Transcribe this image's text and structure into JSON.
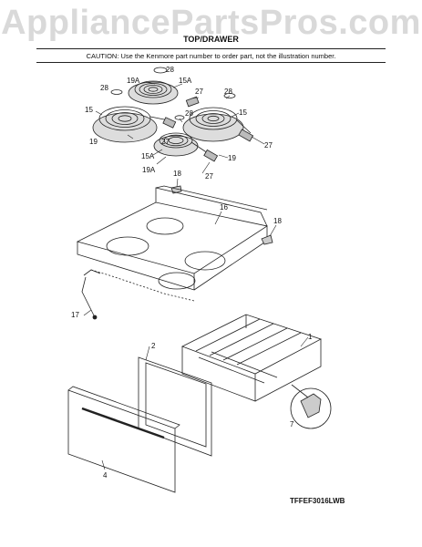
{
  "watermark": "AppliancePartsPros.com",
  "header": {
    "title": "TOP/DRAWER",
    "caution": "CAUTION: Use the Kenmore part number to order part, not the illustration number."
  },
  "model_code": "TFFEF3016LWB",
  "callouts": {
    "c28a": "28",
    "c19a": "19A",
    "c15a": "15A",
    "c28b": "28",
    "c27a": "27",
    "c28c": "28",
    "c15l": "15",
    "c15r": "15",
    "c19l": "19",
    "c27l": "27",
    "c28d": "28",
    "c27r": "27",
    "c15b": "15A",
    "c19r": "19",
    "c19b": "19A",
    "c27b": "27",
    "c18a": "18",
    "c16": "16",
    "c18b": "18",
    "c17": "17",
    "c2": "2",
    "c1": "1",
    "c7": "7",
    "c4": "4"
  },
  "colors": {
    "line": "#222222",
    "watermark": "#d9d9d9"
  }
}
